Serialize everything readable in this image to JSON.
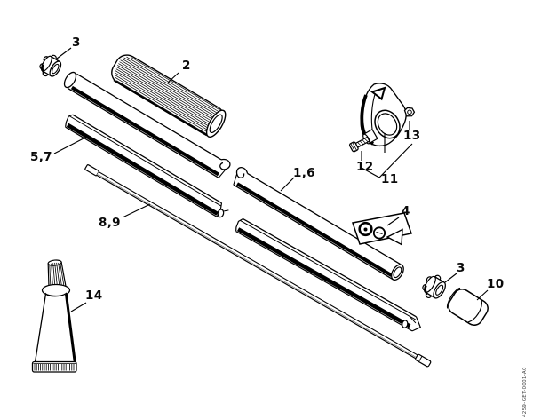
{
  "page": {
    "background": "#ffffff",
    "ink": "#000000"
  },
  "figure": {
    "type": "exploded-parts-diagram",
    "drawing_number": "4259-GET-0001-A0",
    "callouts": [
      {
        "id": "plug-rear",
        "label": "3"
      },
      {
        "id": "grip",
        "label": "2"
      },
      {
        "id": "liner-tube",
        "label": "5,7"
      },
      {
        "id": "drive-tube",
        "label": "1,6"
      },
      {
        "id": "drive-shaft",
        "label": "8,9"
      },
      {
        "id": "clamp-screw",
        "label": "12"
      },
      {
        "id": "clamp-nut",
        "label": "13"
      },
      {
        "id": "clamp",
        "label": "11"
      },
      {
        "id": "warning-label",
        "label": "4"
      },
      {
        "id": "plug-front",
        "label": "3"
      },
      {
        "id": "cap",
        "label": "10"
      },
      {
        "id": "adhesive-tube",
        "label": "14"
      }
    ],
    "sticker_pictograms": [
      "prohibition-circle-icon",
      "prohibition-circle-icon",
      "warning-triangle-icon"
    ]
  }
}
